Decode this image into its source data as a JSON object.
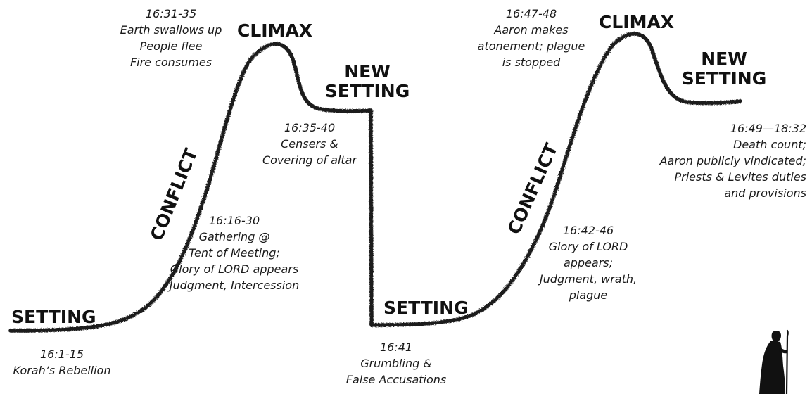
{
  "colors": {
    "curve": "#1c1c1c",
    "text": "#1a1a1a",
    "figure": "#111111"
  },
  "icons": {
    "figure": "walking-figure-with-staff-icon"
  },
  "labels": {
    "setting_1": "SETTING",
    "conflict_1": "CONFLICT",
    "climax_1": "CLIMAX",
    "new_setting_1": [
      "NEW",
      "SETTING"
    ],
    "setting_2": "SETTING",
    "conflict_2": "CONFLICT",
    "climax_2": "CLIMAX",
    "new_setting_2": [
      "NEW",
      "SETTING"
    ]
  },
  "notes": {
    "n1": {
      "ref": "16:1-15",
      "lines": [
        "Korah’s Rebellion"
      ]
    },
    "n2": {
      "ref": "16:16-30",
      "lines": [
        "Gathering @",
        "Tent of Meeting;",
        "Glory of LORD appears",
        "Judgment, Intercession"
      ]
    },
    "n3": {
      "ref": "16:31-35",
      "lines": [
        "Earth swallows up",
        "People flee",
        "Fire consumes"
      ]
    },
    "n4": {
      "ref": "16:35-40",
      "lines": [
        "Censers &",
        "Covering of altar"
      ]
    },
    "n5": {
      "ref": "16:41",
      "lines": [
        "Grumbling &",
        "False Accusations"
      ]
    },
    "n6": {
      "ref": "16:42-46",
      "lines": [
        "Glory of LORD",
        "appears;",
        "Judgment, wrath,",
        "plague"
      ]
    },
    "n7": {
      "ref": "16:47-48",
      "lines": [
        "Aaron makes",
        "atonement; plague",
        "is stopped"
      ]
    },
    "n8": {
      "ref": "16:49—18:32",
      "lines": [
        "Death count;",
        "Aaron publicly vindicated;",
        "Priests & Levites duties",
        "and provisions"
      ]
    }
  }
}
